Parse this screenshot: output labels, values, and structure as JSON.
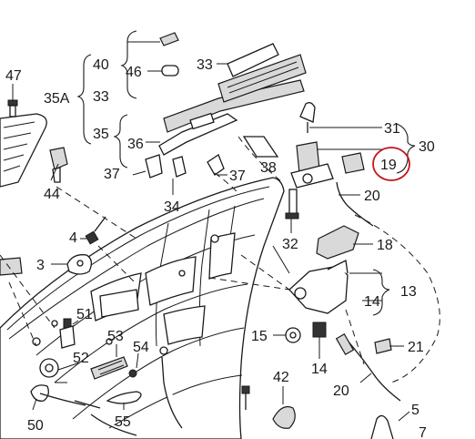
{
  "diagram": {
    "highlight_color": "#c0171d",
    "line_color": "#1a1a1a",
    "callouts": {
      "n47": "47",
      "n35a": "35A",
      "n44": "44",
      "n4": "4",
      "n3": "3",
      "n40": "40",
      "n46": "46",
      "n33a": "33",
      "n33b": "33",
      "n35": "35",
      "n36": "36",
      "n37a": "37",
      "n37b": "37",
      "n34": "34",
      "n38": "38",
      "n31": "31",
      "n30": "30",
      "n19": "19",
      "n20a": "20",
      "n32": "32",
      "n18": "18",
      "n13": "13",
      "n14a": "14",
      "n15": "15",
      "n14b": "14",
      "n21": "21",
      "n20b": "20",
      "n42": "42",
      "n5": "5",
      "n7": "7",
      "n51": "51",
      "n53": "53",
      "n54": "54",
      "n52": "52",
      "n50": "50",
      "n55": "55"
    },
    "highlighted_callout": "19"
  }
}
